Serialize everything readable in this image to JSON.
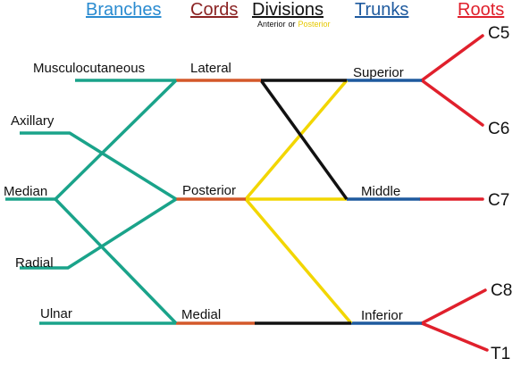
{
  "headers": {
    "branches": "Branches",
    "cords": "Cords",
    "divisions": "Divisions",
    "trunks": "Trunks",
    "roots": "Roots"
  },
  "divisions_legend": {
    "anterior": "Anterior",
    "or": "or",
    "posterior": "Posterior"
  },
  "branches": {
    "musculocutaneous": "Musculocutaneous",
    "axillary": "Axillary",
    "median": "Median",
    "radial": "Radial",
    "ulnar": "Ulnar"
  },
  "cords": {
    "lateral": "Lateral",
    "posterior": "Posterior",
    "medial": "Medial"
  },
  "trunks": {
    "superior": "Superior",
    "middle": "Middle",
    "inferior": "Inferior"
  },
  "roots": {
    "c5": "C5",
    "c6": "C6",
    "c7": "C7",
    "c8": "C8",
    "t1": "T1"
  },
  "colors": {
    "branches": "#1aa38a",
    "cords": "#d4582a",
    "anterior": "#111111",
    "posterior": "#f2d600",
    "trunks": "#1e5a9e",
    "roots": "#e0202c",
    "header_branches": "#2a8bd0",
    "header_cords": "#8b2323",
    "header_divisions": "#111111",
    "header_trunks": "#1e5a9e",
    "header_roots": "#e0202c"
  }
}
